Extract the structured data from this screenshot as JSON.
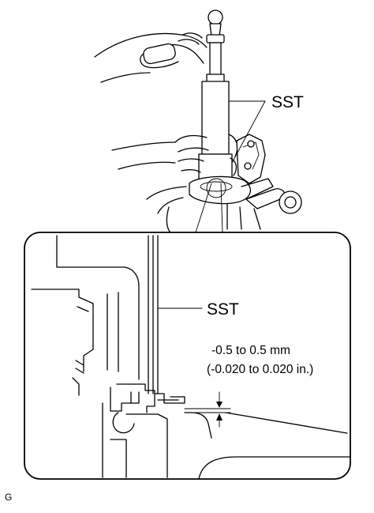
{
  "labels": {
    "sst_top": "SST",
    "sst_detail": "SST",
    "spec_mm": "-0.5 to 0.5 mm",
    "spec_in": "(-0.020 to 0.020 in.)",
    "corner_code": "G"
  }
}
